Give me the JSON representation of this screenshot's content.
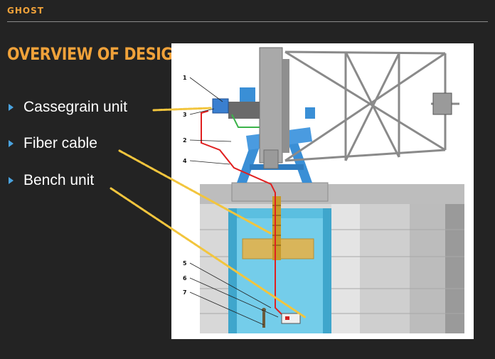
{
  "header": {
    "brand": "GHOST"
  },
  "slide": {
    "title": "OVERVIEW OF DESIGN",
    "bullets": [
      {
        "label": "Cassegrain unit"
      },
      {
        "label": "Fiber cable"
      },
      {
        "label": "Bench unit"
      }
    ]
  },
  "figure": {
    "callouts": [
      "1",
      "3",
      "2",
      "4",
      "5",
      "6",
      "7"
    ]
  },
  "colors": {
    "accent": "#f0a23a",
    "bullet_marker": "#4aa3df",
    "background": "#232323",
    "fiber": "#e02020",
    "highlight_arrow": "#f2c53d",
    "pier_blue": "#3a8fd6",
    "enclosure_cyan": "#5bbfe0"
  }
}
